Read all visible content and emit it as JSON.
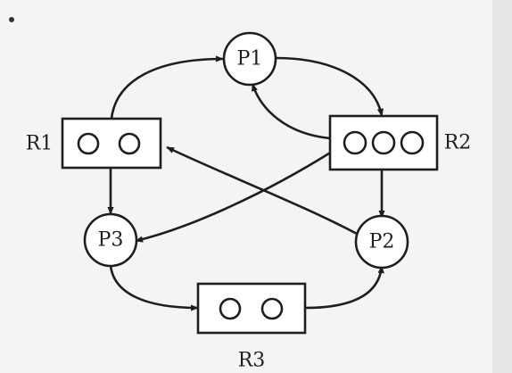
{
  "diagram": {
    "processes": [
      {
        "id": "P1",
        "label": "P1"
      },
      {
        "id": "P2",
        "label": "P2"
      },
      {
        "id": "P3",
        "label": "P3"
      }
    ],
    "resources": [
      {
        "id": "R1",
        "label": "R1",
        "instances": 2
      },
      {
        "id": "R2",
        "label": "R2",
        "instances": 3
      },
      {
        "id": "R3",
        "label": "R3",
        "instances": 2
      }
    ],
    "edges": [
      {
        "from": "R1",
        "to": "P1"
      },
      {
        "from": "P1",
        "to": "R2"
      },
      {
        "from": "R2",
        "to": "P1"
      },
      {
        "from": "R2",
        "to": "P2"
      },
      {
        "from": "R2",
        "to": "P3"
      },
      {
        "from": "P2",
        "to": "R1"
      },
      {
        "from": "R1",
        "to": "P3"
      },
      {
        "from": "P3",
        "to": "R3"
      },
      {
        "from": "R3",
        "to": "P2"
      }
    ],
    "colors": {
      "ink": "#1e1e1e",
      "fill": "#ffffff",
      "background": "#f4f4f2"
    }
  }
}
